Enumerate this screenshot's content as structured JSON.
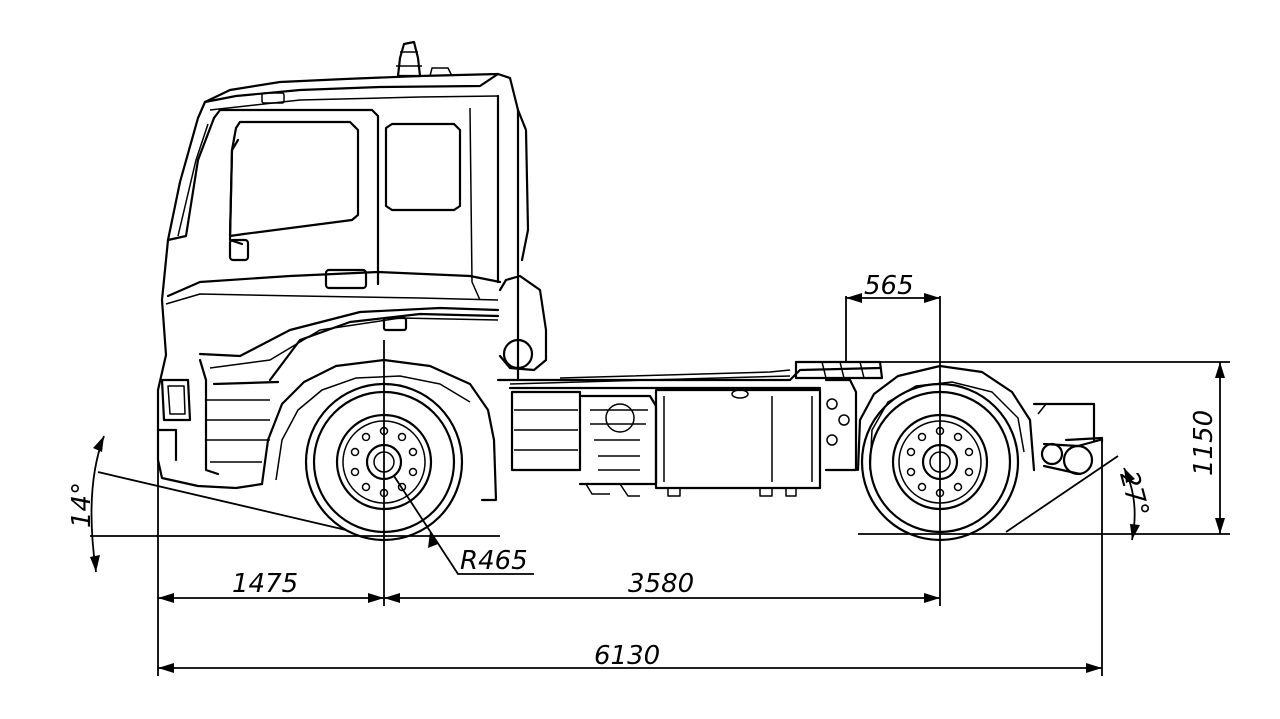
{
  "dimensions": {
    "front_overhang": "1475",
    "wheelbase": "3580",
    "overall_length": "6130",
    "fifth_wheel_offset": "565",
    "fifth_wheel_height": "1150",
    "approach_angle": "14°",
    "departure_angle": "27°",
    "wheel_radius": "R465"
  }
}
